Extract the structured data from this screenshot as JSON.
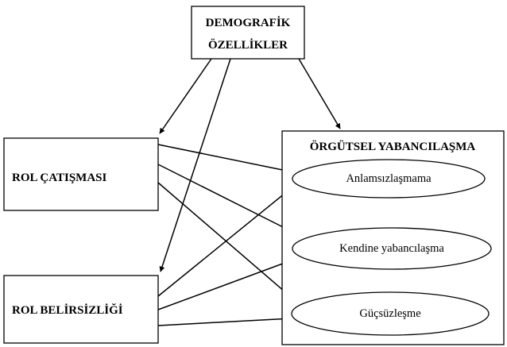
{
  "nodes": {
    "demographics": {
      "line1": "DEMOGRAFİK",
      "line2": "ÖZELLİKLER"
    },
    "role_conflict": {
      "label": "ROL ÇATIŞMASI"
    },
    "role_ambiguity": {
      "label": "ROL BELİRSİZLİĞİ"
    },
    "alienation": {
      "title": "ÖRGÜTSEL YABANCILAŞMA",
      "dimensions": [
        "Anlamsızlaşmama",
        "Kendine yabancılaşma",
        "Güçsüzleşme"
      ]
    }
  },
  "edges": [
    {
      "from": "demographics",
      "to": "role_conflict"
    },
    {
      "from": "demographics",
      "to": "role_ambiguity"
    },
    {
      "from": "demographics",
      "to": "alienation"
    },
    {
      "from": "role_conflict",
      "to": "Anlamsızlaşmama"
    },
    {
      "from": "role_conflict",
      "to": "Kendine yabancılaşma"
    },
    {
      "from": "role_conflict",
      "to": "Güçsüzleşme"
    },
    {
      "from": "role_ambiguity",
      "to": "Anlamsızlaşmama"
    },
    {
      "from": "role_ambiguity",
      "to": "Kendine yabancılaşma"
    },
    {
      "from": "role_ambiguity",
      "to": "Güçsüzleşme"
    }
  ],
  "colors": {
    "stroke": "#000000",
    "fill": "#ffffff"
  }
}
